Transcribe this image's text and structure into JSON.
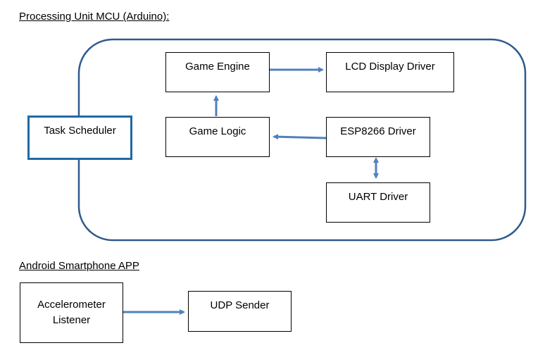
{
  "mcu_section": {
    "heading": "Processing Unit MCU (Arduino):"
  },
  "android_section": {
    "heading": "Android Smartphone APP"
  },
  "blocks": {
    "task_scheduler": "Task Scheduler",
    "game_engine": "Game Engine",
    "lcd_display_driver": "LCD Display Driver",
    "game_logic": "Game Logic",
    "esp8266_driver": "ESP8266 Driver",
    "uart_driver": "UART Driver",
    "accelerometer_listener_line1": "Accelerometer",
    "accelerometer_listener_line2": "Listener",
    "udp_sender": "UDP Sender"
  },
  "colors": {
    "arrow": "#4f81bd",
    "container_border": "#2e5a8c",
    "scheduler_border": "#1f6aa5"
  }
}
